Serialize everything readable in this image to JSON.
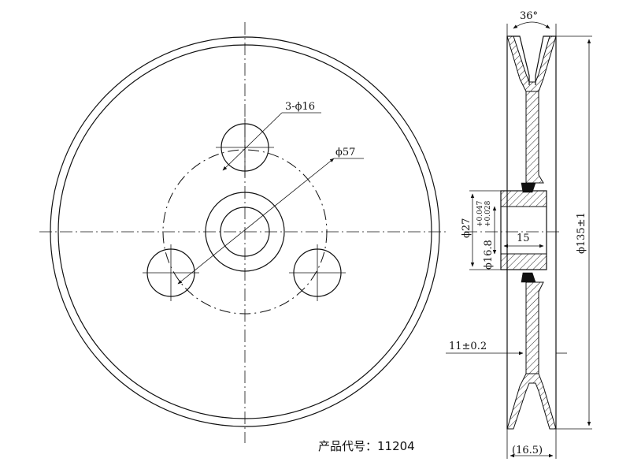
{
  "front_view": {
    "holes_label": "3-ϕ16",
    "pcd_label": "ϕ57"
  },
  "side_view": {
    "angle_label": "36°",
    "bore_label": "ϕ16.8",
    "tol_upper": "+0.047",
    "tol_lower": "+0.028",
    "hub_od_label": "ϕ27",
    "hub_len_label": "15",
    "outer_dia_label": "ϕ135±1",
    "web_offset_label": "11±0.2",
    "width_label": "(16.5)"
  },
  "product_code_label": "产品代号：11204"
}
